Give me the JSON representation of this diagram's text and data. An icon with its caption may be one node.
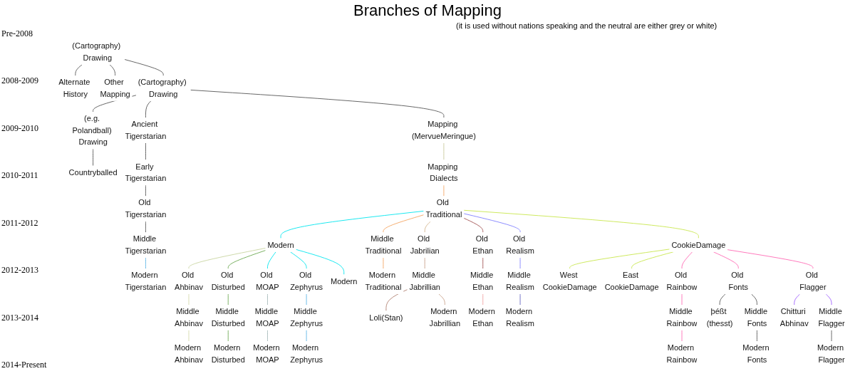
{
  "diagram": {
    "title": "Branches of Mapping",
    "nodes": [
      {
        "text": [
          "(Cartography) Drawing"
        ]
      },
      {
        "text": [
          "Other Mapping"
        ]
      },
      {
        "text": [
          "Alternate History"
        ]
      },
      {
        "text": [
          "(e.g. Polandball) Drawing"
        ]
      },
      {
        "text": [
          "(Cartography) Drawing"
        ]
      },
      {
        "text": [
          "Ancient Tigerstarian"
        ]
      },
      {
        "text": [
          "Mapping Dialects"
        ]
      },
      {
        "text": [
          "Mapping (MervueMeringue)"
        ]
      },
      {
        "text": [
          "Early Tigerstarian"
        ]
      },
      {
        "text": [
          "Old Traditional"
        ]
      },
      {
        "text": [
          "Modern"
        ]
      },
      {
        "text": [
          "Old Jabrilian"
        ]
      },
      {
        "text": [
          "Old Ethan"
        ]
      },
      {
        "text": [
          "Old Realism"
        ]
      },
      {
        "text": [
          "CookieDamage"
        ]
      },
      {
        "text": [
          "Old Tigerstarian"
        ]
      },
      {
        "text": [
          "West CookieDamage"
        ]
      },
      {
        "text": [
          "East CookieDamage"
        ]
      },
      {
        "text": [
          "Old Ahbinav"
        ]
      },
      {
        "text": [
          "Old Disturbed"
        ]
      },
      {
        "text": [
          "Old Zephyrus"
        ]
      },
      {
        "text": [
          "Old MOAP"
        ]
      },
      {
        "text": [
          "Middle Traditional"
        ]
      },
      {
        "text": [
          "Middle Jabrillian"
        ]
      },
      {
        "text": [
          "Middle Ethan"
        ]
      },
      {
        "text": [
          "Old Rainbow"
        ]
      },
      {
        "text": [
          "Old Fonts"
        ]
      },
      {
        "text": [
          "Old Flagger"
        ]
      },
      {
        "text": [
          "Middle Tigerstarian"
        ]
      },
      {
        "text": [
          "Middle Disturbed"
        ]
      },
      {
        "text": [
          "Middle MOAP"
        ]
      },
      {
        "text": [
          "Middle Ahbinav"
        ]
      },
      {
        "text": [
          "Middle Realism"
        ]
      },
      {
        "text": [
          "Middle Zephyrus"
        ]
      },
      {
        "text": [
          "Middle Rainbow"
        ]
      },
      {
        "text": [
          "Loli(Stan)"
        ]
      },
      {
        "text": [
          "Middle Fonts"
        ]
      },
      {
        "text": [
          "Chitturi Abhinav"
        ]
      },
      {
        "text": [
          "Middle Flagger"
        ]
      },
      {
        "text": [
          "Countryballed"
        ]
      },
      {
        "text": [
          "Modern Ahbinav"
        ]
      },
      {
        "text": [
          "Modern Disturbed"
        ]
      },
      {
        "text": [
          "Modern MOAP"
        ]
      },
      {
        "text": [
          "Modern Zephyrus"
        ]
      },
      {
        "text": [
          "Modern"
        ]
      },
      {
        "text": [
          "Modern Traditional"
        ]
      },
      {
        "text": [
          "Modern Jabrillian"
        ]
      },
      {
        "text": [
          "Modern Ethan"
        ]
      },
      {
        "text": [
          "Modern Realism"
        ]
      },
      {
        "text": [
          "Modern Rainbow"
        ]
      },
      {
        "text": [
          "þéßt (thesst)"
        ]
      },
      {
        "text": [
          "Modern Fonts"
        ]
      },
      {
        "text": [
          "Modern Flagger"
        ]
      },
      {
        "text": [
          "Modern Tigerstarian"
        ]
      }
    ],
    "edges": [
      {
        "from": 0,
        "to": 2,
        "arrow": "none"
      },
      {
        "from": 0,
        "to": 1,
        "arrow": "none"
      },
      {
        "from": 0,
        "to": 4,
        "arrow": "none"
      },
      {
        "from": 4,
        "to": 3,
        "arrow": "none"
      },
      {
        "from": 4,
        "to": 5,
        "arrow": "none"
      },
      {
        "from": 3,
        "to": 39,
        "arrow": "none"
      },
      {
        "from": 4,
        "to": 7,
        "arrow": "none"
      },
      {
        "from": 7,
        "to": 6,
        "arrow": "none",
        "color": "#c8c89a"
      },
      {
        "from": 6,
        "to": 9,
        "arrow": "none",
        "color": "#f4a460"
      },
      {
        "from": 9,
        "to": 10,
        "arrow": "none",
        "color": "#00e5ee"
      },
      {
        "from": 9,
        "to": 22,
        "arrow": "none",
        "color": "#f4a460"
      },
      {
        "from": 9,
        "to": 11,
        "arrow": "none",
        "color": "#d2b48c"
      },
      {
        "from": 9,
        "to": 12,
        "arrow": "none",
        "color": "#a05050"
      },
      {
        "from": 9,
        "to": 13,
        "arrow": "none",
        "color": "#8080ff"
      },
      {
        "from": 9,
        "to": 14,
        "arrow": "none",
        "color": "#c8e64c"
      },
      {
        "from": 10,
        "to": 18,
        "arrow": "none",
        "color": "#c8d4a0"
      },
      {
        "from": 10,
        "to": 19,
        "arrow": "none",
        "color": "#6aa84f"
      },
      {
        "from": 10,
        "to": 21,
        "arrow": "none",
        "color": "#00e5ee"
      },
      {
        "from": 10,
        "to": 20,
        "arrow": "none",
        "color": "#00e5ee"
      },
      {
        "from": 10,
        "to": 44,
        "arrow": "none",
        "color": "#00e5ee"
      },
      {
        "from": 18,
        "to": 31,
        "arrow": "none",
        "color": "#d4d9a8"
      },
      {
        "from": 31,
        "to": 40,
        "arrow": "none",
        "color": "#d4d9a8"
      },
      {
        "from": 19,
        "to": 29,
        "arrow": "none",
        "color": "#6aa84f"
      },
      {
        "from": 29,
        "to": 41,
        "arrow": "none",
        "color": "#6aa84f"
      },
      {
        "from": 21,
        "to": 30,
        "arrow": "none",
        "color": "#9fb4b4"
      },
      {
        "from": 30,
        "to": 42,
        "arrow": "none",
        "color": "#9fb4b4"
      },
      {
        "from": 20,
        "to": 33,
        "arrow": "none",
        "color": "#5ab4e6"
      },
      {
        "from": 33,
        "to": 43,
        "arrow": "none",
        "color": "#5ab4e6"
      },
      {
        "from": 22,
        "to": 45,
        "arrow": "none",
        "color": "#f4a460"
      },
      {
        "from": 11,
        "to": 23,
        "arrow": "none",
        "color": "#c8a088"
      },
      {
        "from": 23,
        "to": 35,
        "arrow": "none",
        "color": "#b08070"
      },
      {
        "from": 23,
        "to": 46,
        "arrow": "none",
        "color": "#c8a088"
      },
      {
        "from": 12,
        "to": 24,
        "arrow": "none",
        "color": "#a05050"
      },
      {
        "from": 24,
        "to": 47,
        "arrow": "none",
        "color": "#f0a0a0"
      },
      {
        "from": 13,
        "to": 32,
        "arrow": "none",
        "color": "#8080ff"
      },
      {
        "from": 32,
        "to": 48,
        "arrow": "none",
        "color": "#6060c0"
      },
      {
        "from": 14,
        "to": 16,
        "arrow": "none",
        "color": "#c8e64c"
      },
      {
        "from": 14,
        "to": 17,
        "arrow": "none",
        "color": "#c8e64c"
      },
      {
        "from": 14,
        "to": 25,
        "arrow": "none",
        "color": "#ff69b4"
      },
      {
        "from": 14,
        "to": 26,
        "arrow": "none",
        "color": "#ff69b4"
      },
      {
        "from": 14,
        "to": 27,
        "arrow": "none",
        "color": "#ff69b4"
      },
      {
        "from": 25,
        "to": 34,
        "arrow": "none",
        "color": "#ff69b4"
      },
      {
        "from": 34,
        "to": 49,
        "arrow": "none",
        "color": "#ff69b4"
      },
      {
        "from": 26,
        "to": 50,
        "arrow": "none"
      },
      {
        "from": 26,
        "to": 36,
        "arrow": "none"
      },
      {
        "from": 36,
        "to": 51,
        "arrow": "none"
      },
      {
        "from": 27,
        "to": 37,
        "arrow": "none",
        "color": "#9b59ff"
      },
      {
        "from": 27,
        "to": 38,
        "arrow": "none",
        "color": "#9b59ff"
      },
      {
        "from": 38,
        "to": 52,
        "arrow": "none"
      },
      {
        "from": 5,
        "to": 8,
        "arrow": "none"
      },
      {
        "from": 8,
        "to": 15,
        "arrow": "none"
      },
      {
        "from": 15,
        "to": 28,
        "arrow": "none"
      },
      {
        "from": 28,
        "to": 53,
        "arrow": "none",
        "color": "#5ab4e6"
      }
    ],
    "labels": [
      "(it is used without nations speaking and the neutral are either grey or white)",
      "Pre-2008",
      "2008-2009",
      "2009-2010",
      "2010-2011",
      "2011-2012",
      "2012-2013",
      "2013-2014",
      "2014-Present"
    ]
  }
}
